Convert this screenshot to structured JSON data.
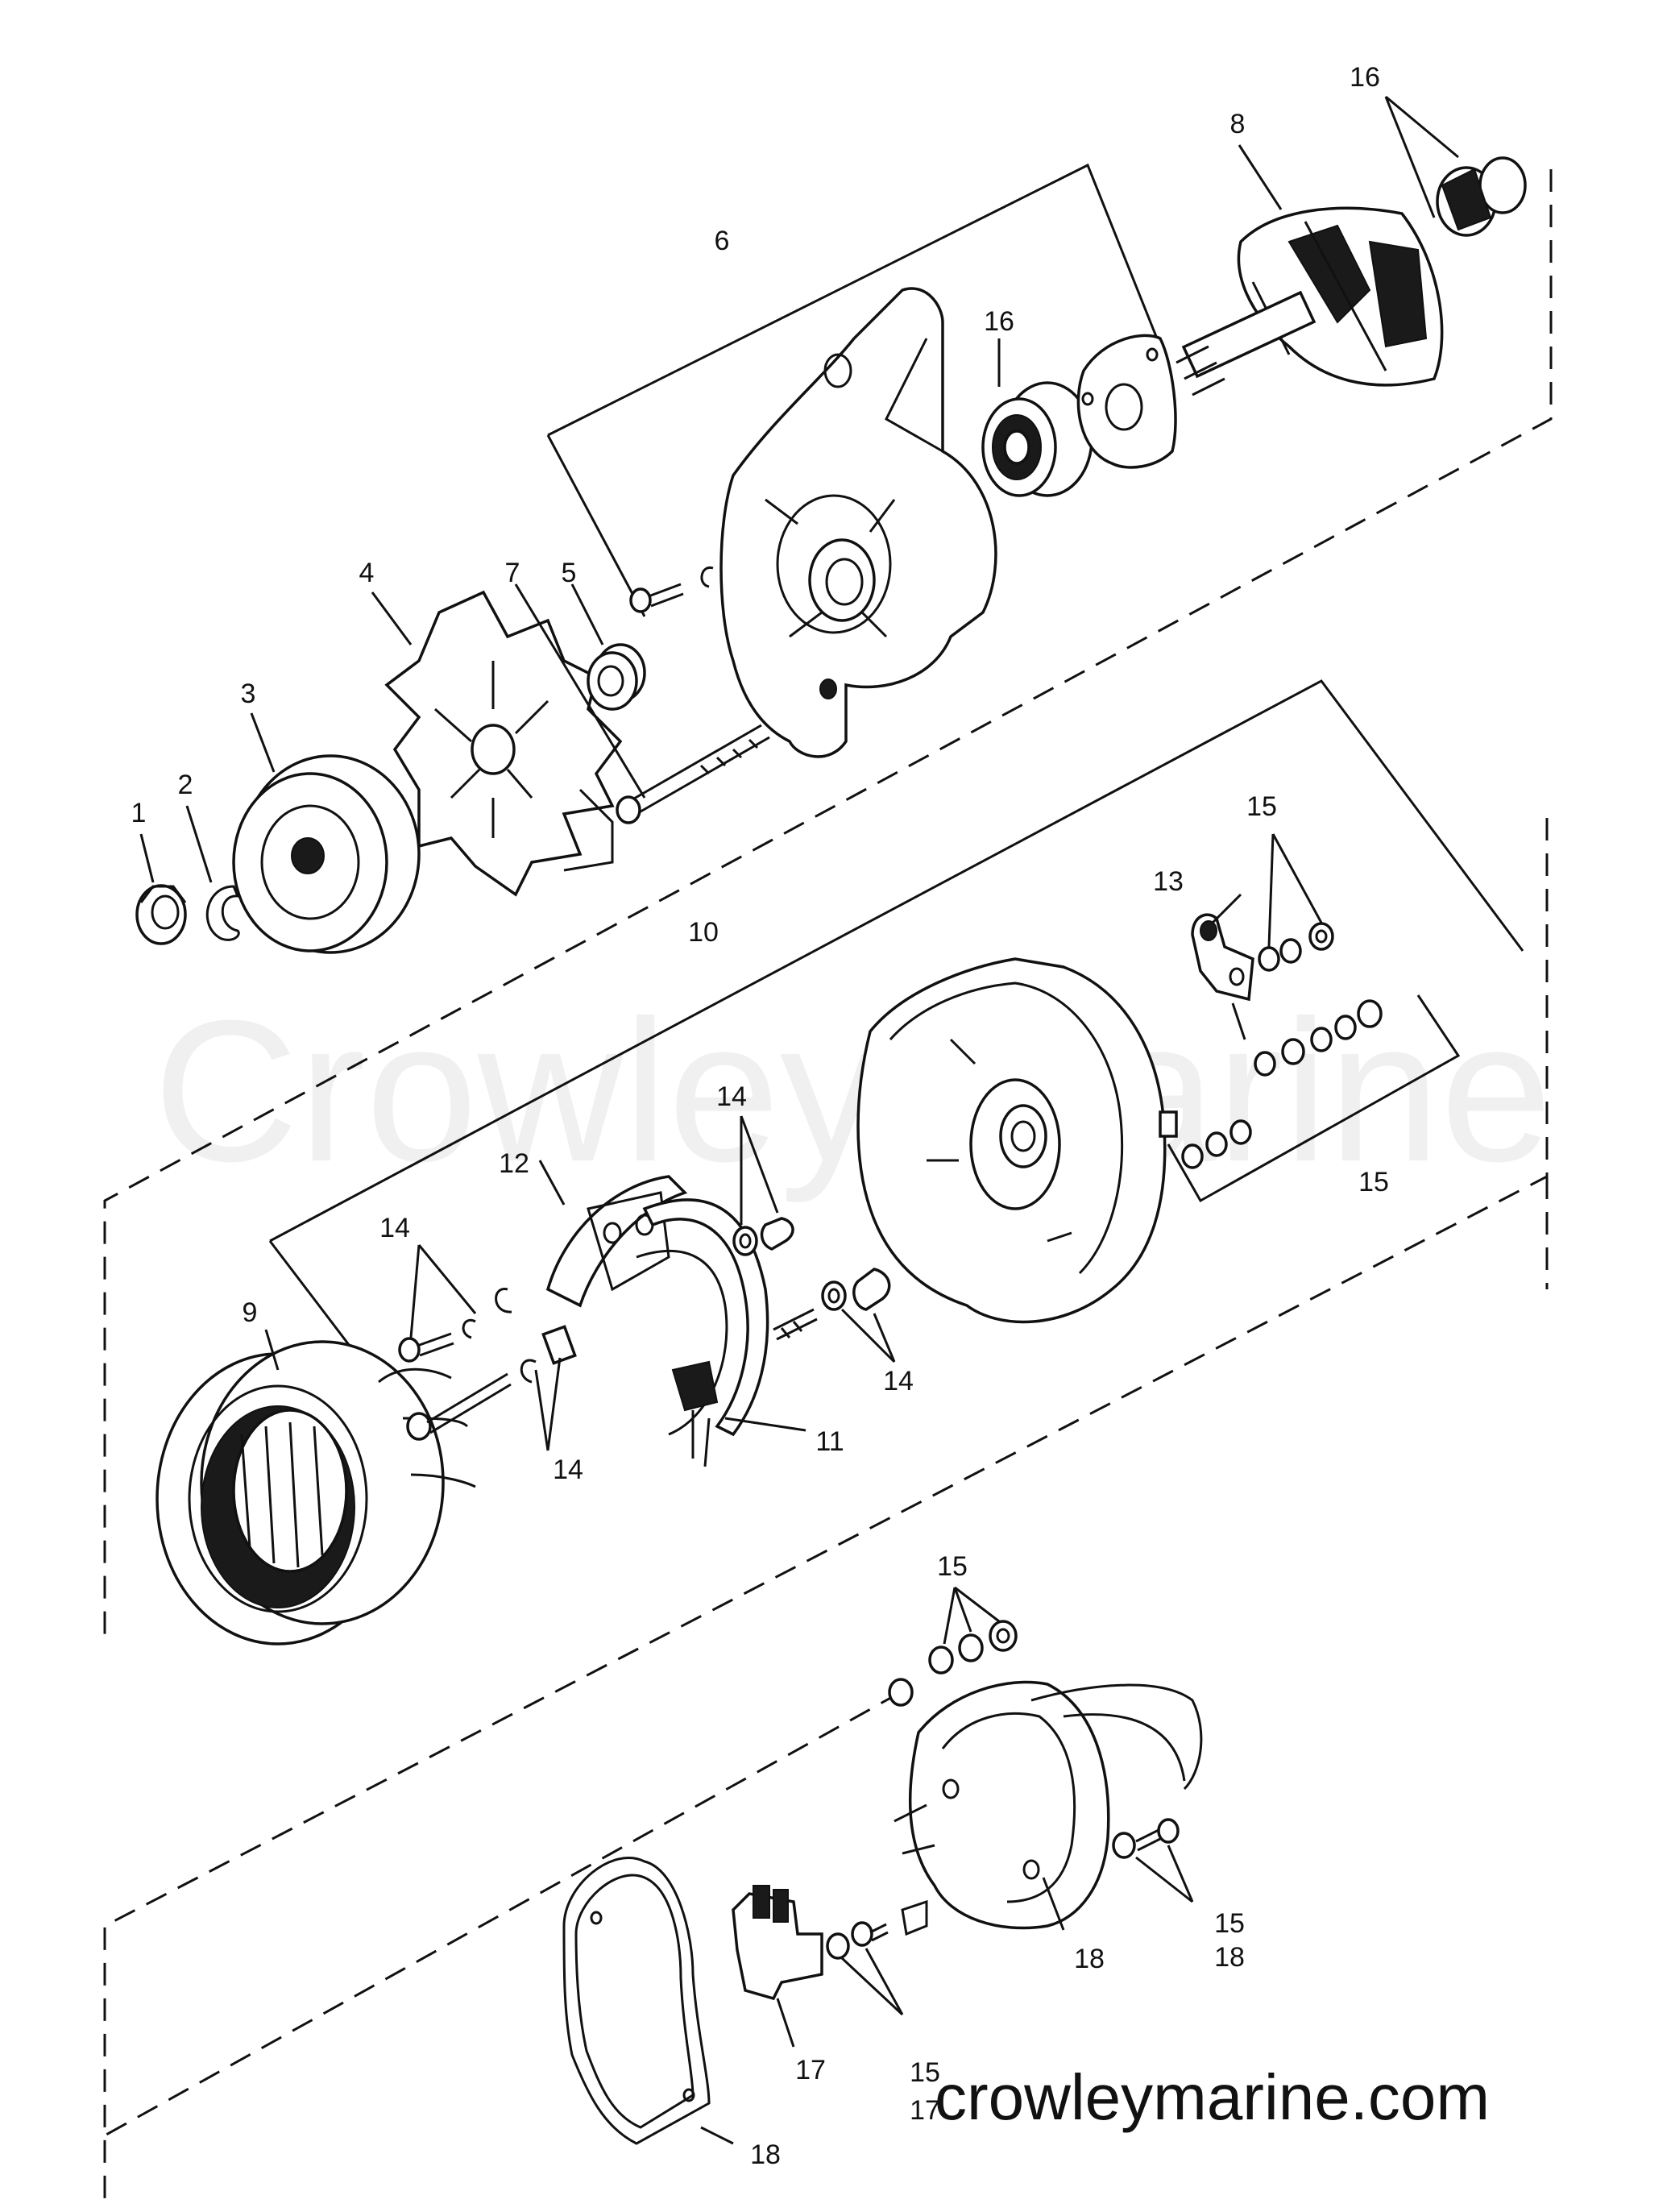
{
  "watermark": "Crowley Marine",
  "footer_site": "crowleymarine.com",
  "callouts": {
    "c1": "1",
    "c2": "2",
    "c3": "3",
    "c4": "4",
    "c5": "5",
    "c6": "6",
    "c7": "7",
    "c8": "8",
    "c9": "9",
    "c10": "10",
    "c11": "11",
    "c12": "12",
    "c13": "13",
    "c14a": "14",
    "c14b": "14",
    "c14c": "14",
    "c14d": "14",
    "c15a": "15",
    "c15b": "15",
    "c15c": "15",
    "c15d": "15",
    "c15e": "15",
    "c16a": "16",
    "c16b": "16",
    "c17a": "17",
    "c17b": "17",
    "c18a": "18",
    "c18b": "18",
    "c18c": "18"
  }
}
